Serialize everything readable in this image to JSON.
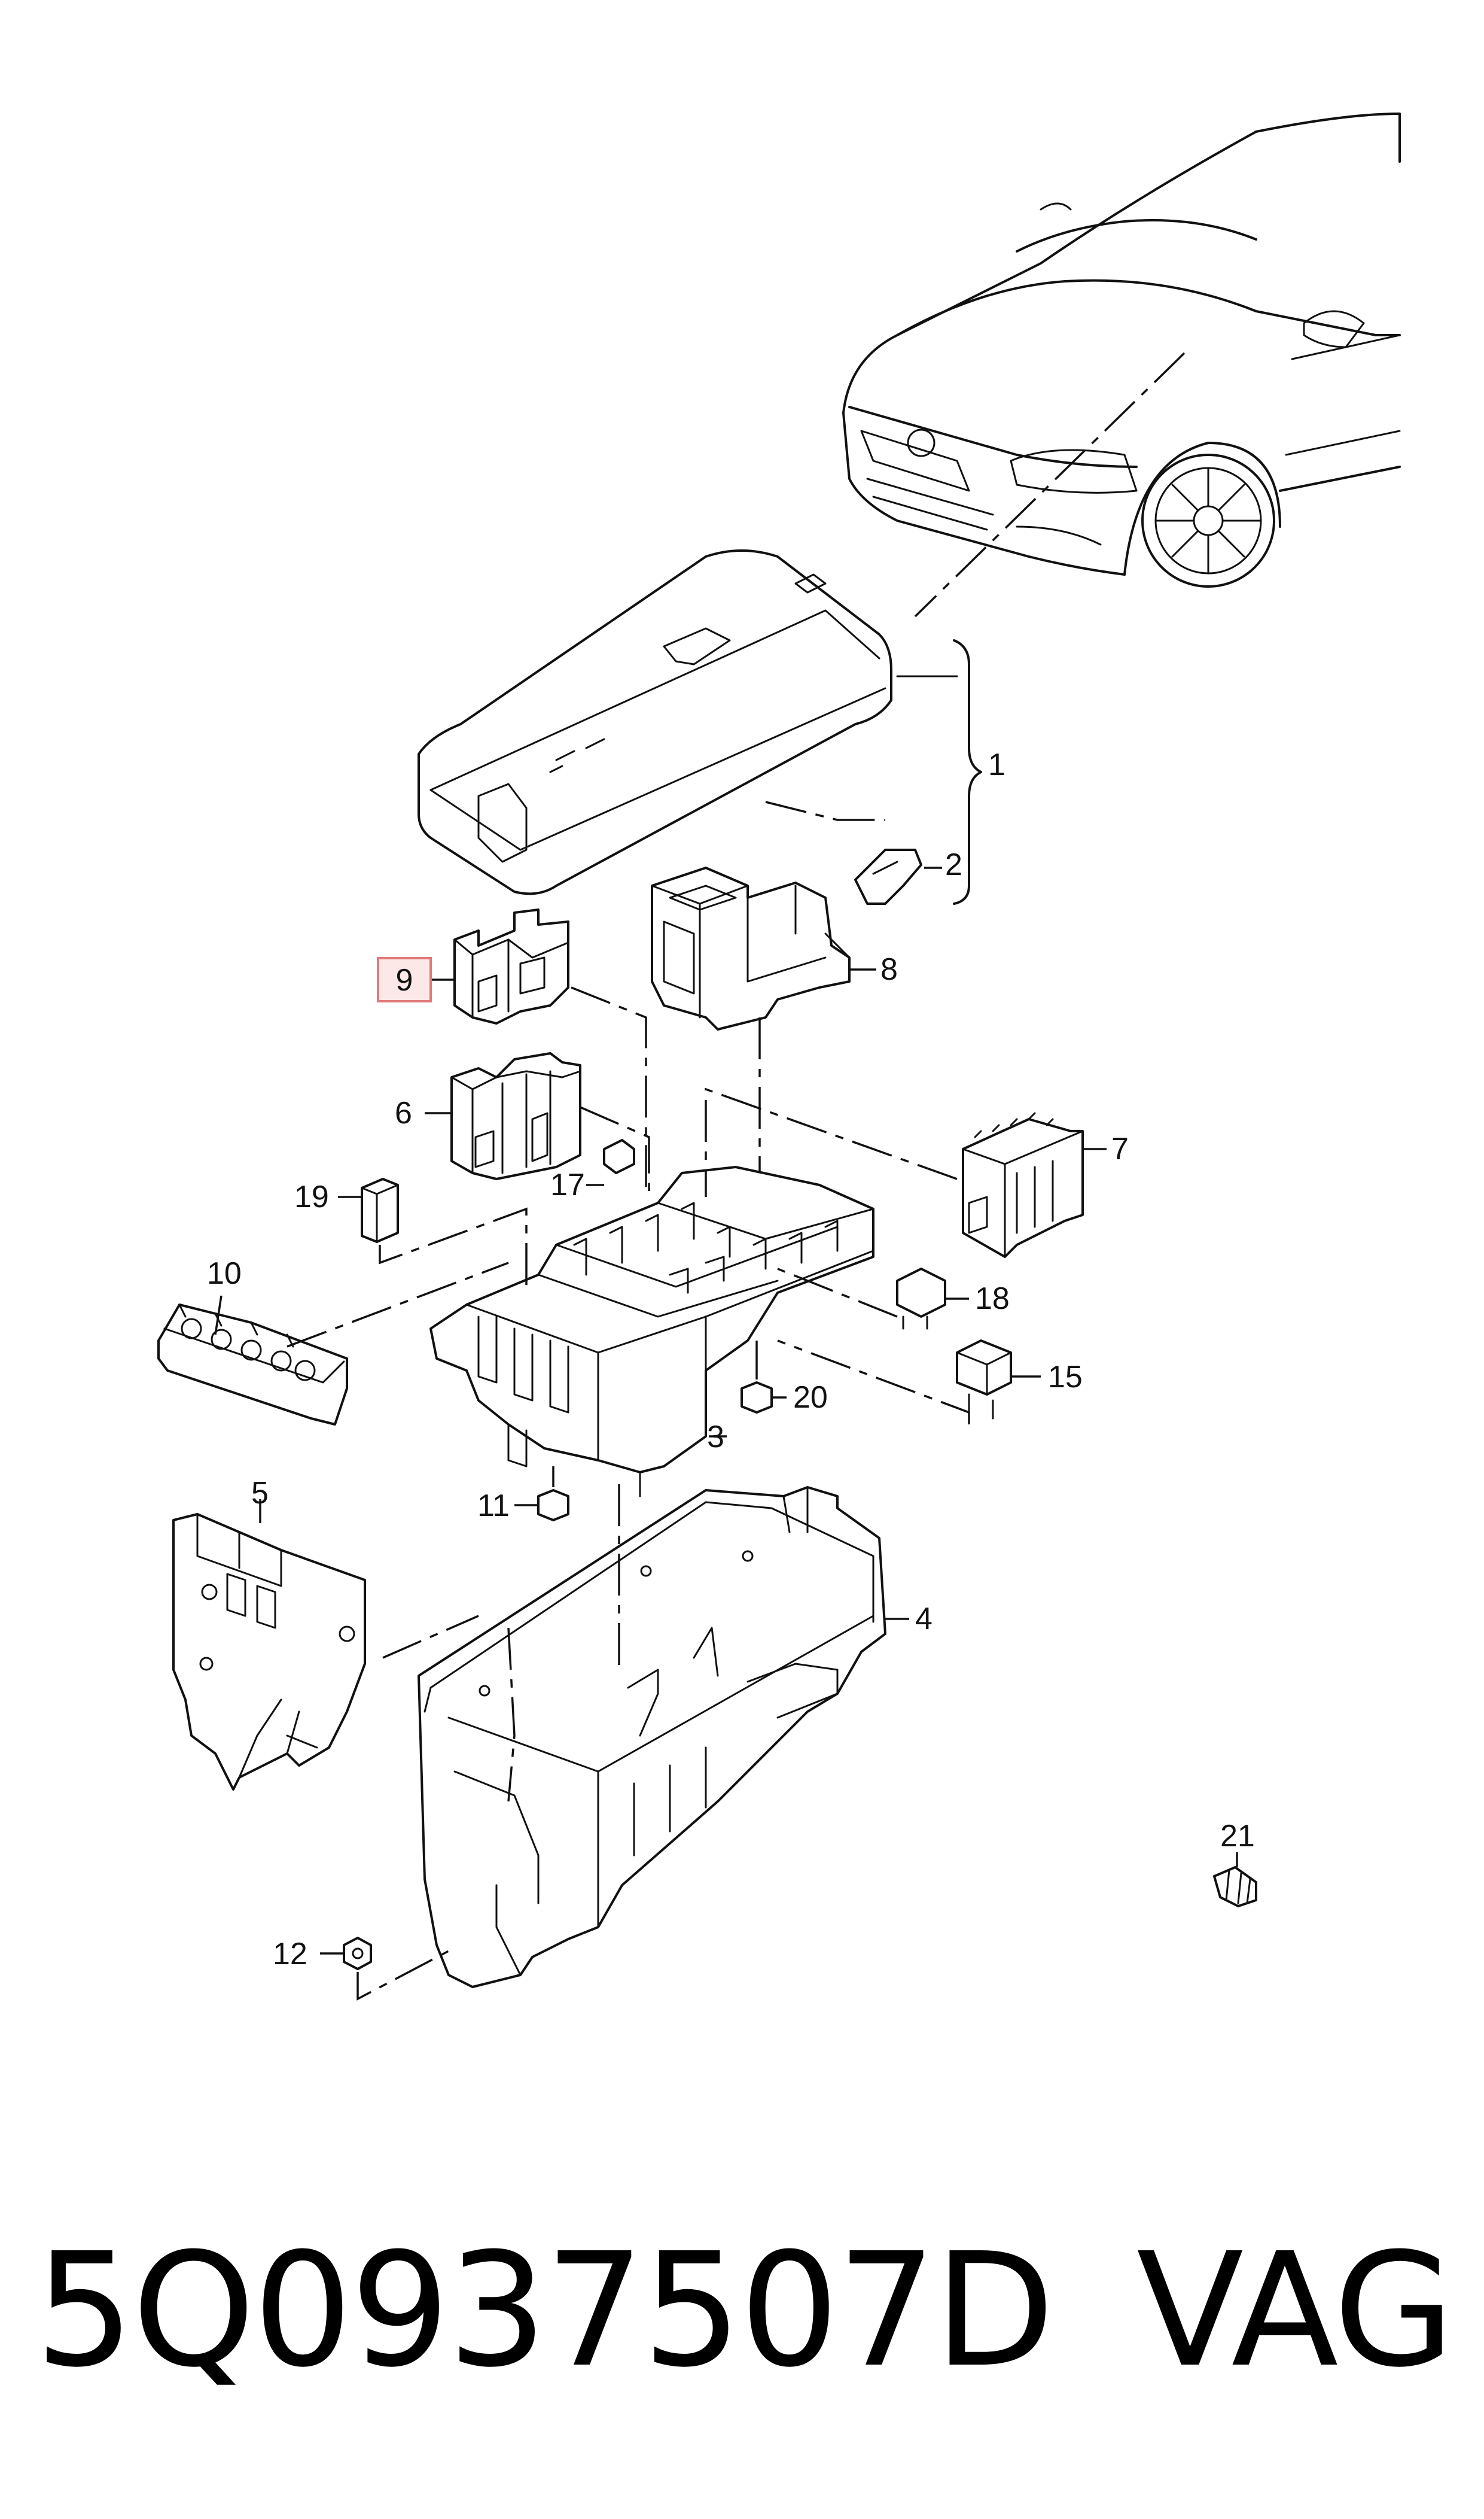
{
  "diagram": {
    "callouts": {
      "c1": "1",
      "c2": "2",
      "c3": "3",
      "c4": "4",
      "c5": "5",
      "c6": "6",
      "c7": "7",
      "c8": "8",
      "c9": "9",
      "c10": "10",
      "c11": "11",
      "c12": "12",
      "c15": "15",
      "c17": "17",
      "c18": "18",
      "c19": "19",
      "c20": "20",
      "c21": "21"
    },
    "highlighted_callout": "9",
    "highlight_color": "#e07a7a",
    "highlight_fill": "#fde8e8"
  },
  "footer": {
    "part_number": "5Q0937507D",
    "brand": "VAG"
  }
}
